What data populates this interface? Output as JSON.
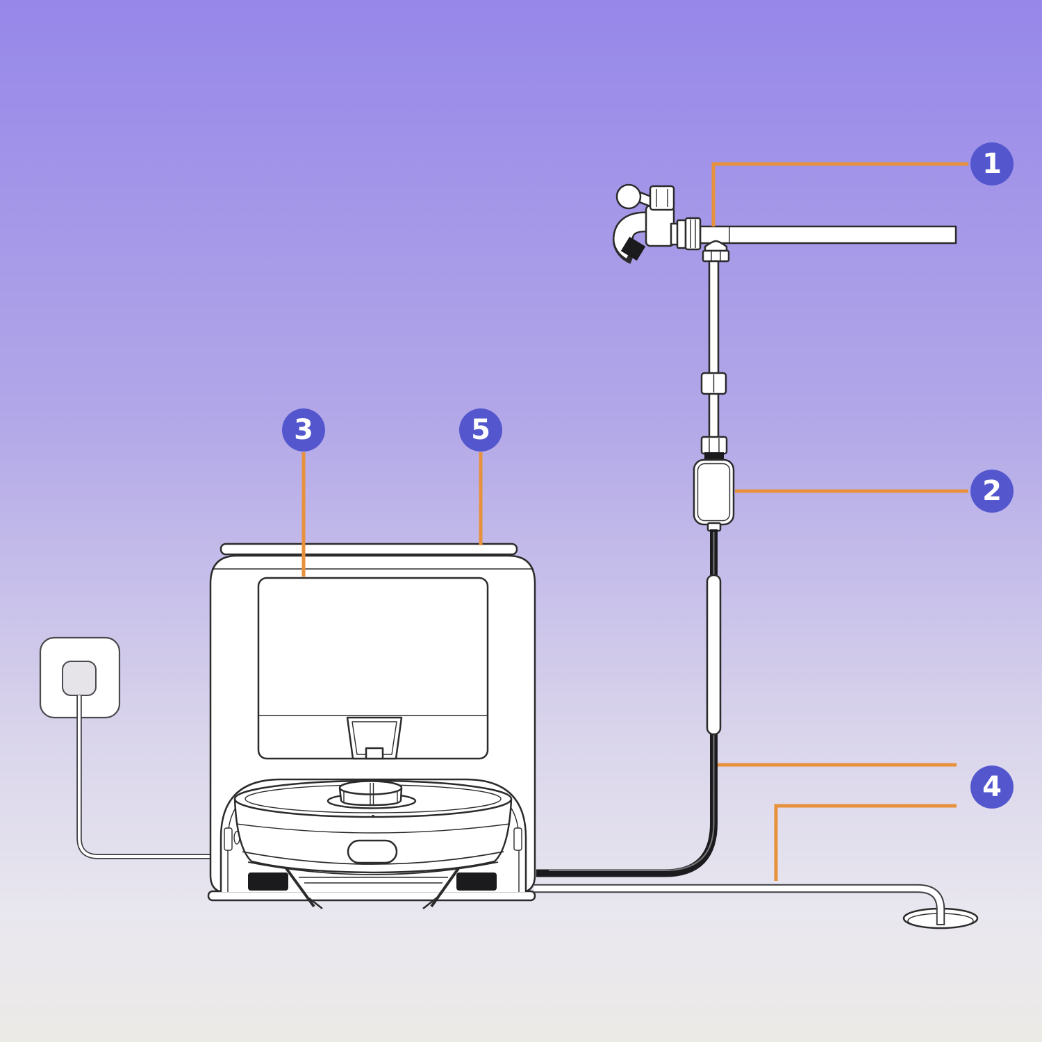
{
  "diagram": {
    "callouts": [
      {
        "number": "1"
      },
      {
        "number": "2"
      },
      {
        "number": "3"
      },
      {
        "number": "4"
      },
      {
        "number": "5"
      }
    ],
    "parts": [
      "water-tap-faucet",
      "supply-pipe",
      "tee-adapter",
      "inlet-pipe",
      "inline-water-valve",
      "water-inlet-hose",
      "hose-sleeve",
      "power-outlet",
      "power-cord",
      "dock-station",
      "robot-vacuum",
      "drain-hose",
      "floor-drain"
    ],
    "colors": {
      "background_top": "#9687E9",
      "background_mid1": "#B2A7E8",
      "background_mid2": "#D9D4EB",
      "background_mid3": "#E9E7EF",
      "background_bottom": "#ECEAE6",
      "leader_orange": "#E8913C",
      "badge_blue": "#5356CD",
      "badge_text": "#FFFFFF",
      "line_art": "#2B2B2B",
      "hose_black": "#1B1B1E",
      "device_white": "#FFFFFF",
      "outlet_inner_gray": "#E6E4E8"
    }
  }
}
